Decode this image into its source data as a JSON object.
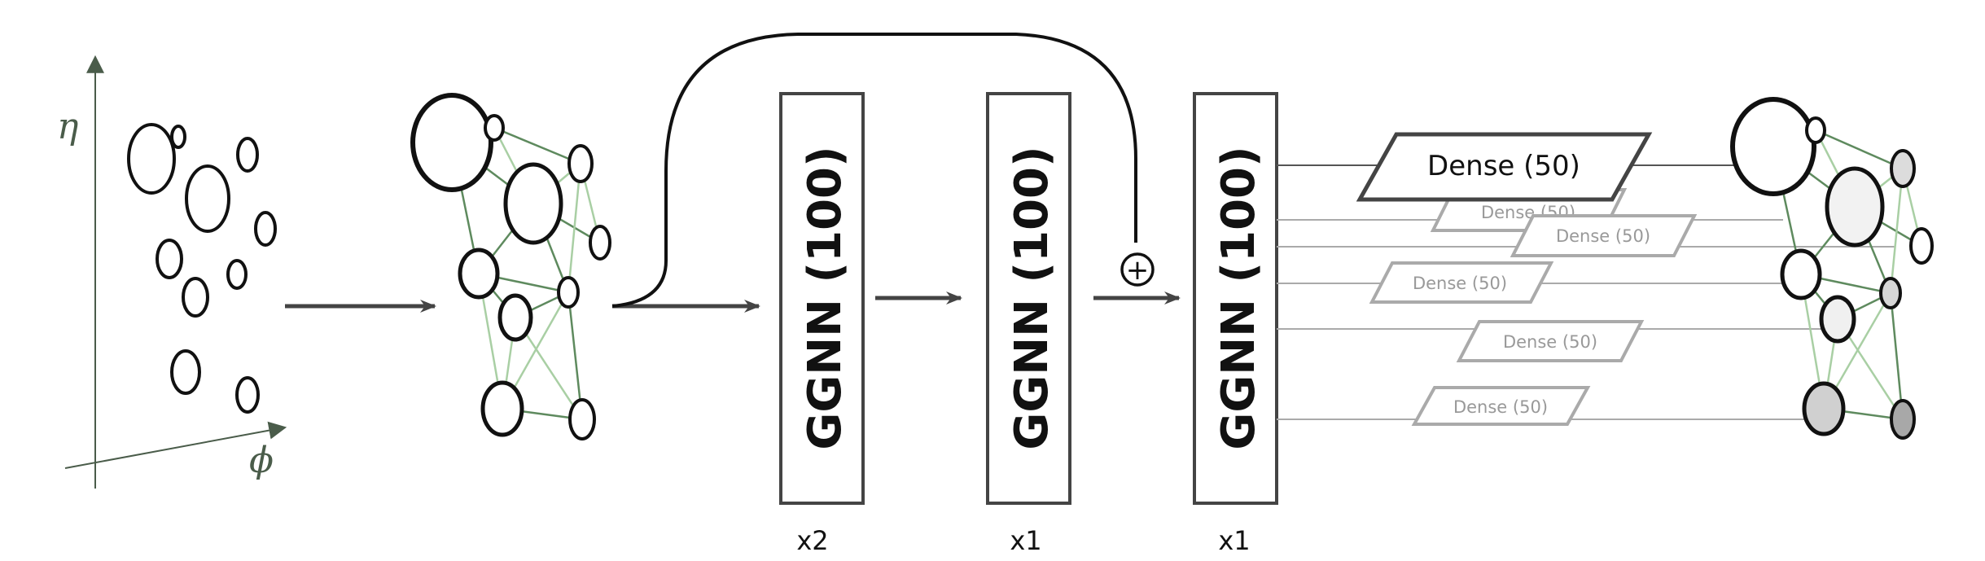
{
  "axes": {
    "y_label": "η",
    "x_label": "ϕ"
  },
  "blocks": [
    {
      "label": "GGNN (100)",
      "multiplier": "x2"
    },
    {
      "label": "GGNN (100)",
      "multiplier": "x1"
    },
    {
      "label": "GGNN (100)",
      "multiplier": "x1"
    }
  ],
  "skip_connection": {
    "symbol": "+"
  },
  "dense_main": {
    "label": "Dense (50)"
  },
  "dense_heads": [
    {
      "label": "Dense (50)"
    },
    {
      "label": "Dense (50)"
    },
    {
      "label": "Dense (50)"
    },
    {
      "label": "Dense (50)"
    },
    {
      "label": "Dense (50)"
    }
  ],
  "colors": {
    "stroke": "#111111",
    "block_border": "#444444",
    "arrow": "#444444",
    "axis": "#4a5c4a",
    "edge_dark": "#5e8a5e",
    "edge_light": "#a9cfa4",
    "ghost": "#aaaaaa",
    "node_gray_light": "#e0e0e0",
    "node_gray_mid": "#cfcfcf",
    "node_gray_dark": "#a8a8a8"
  }
}
